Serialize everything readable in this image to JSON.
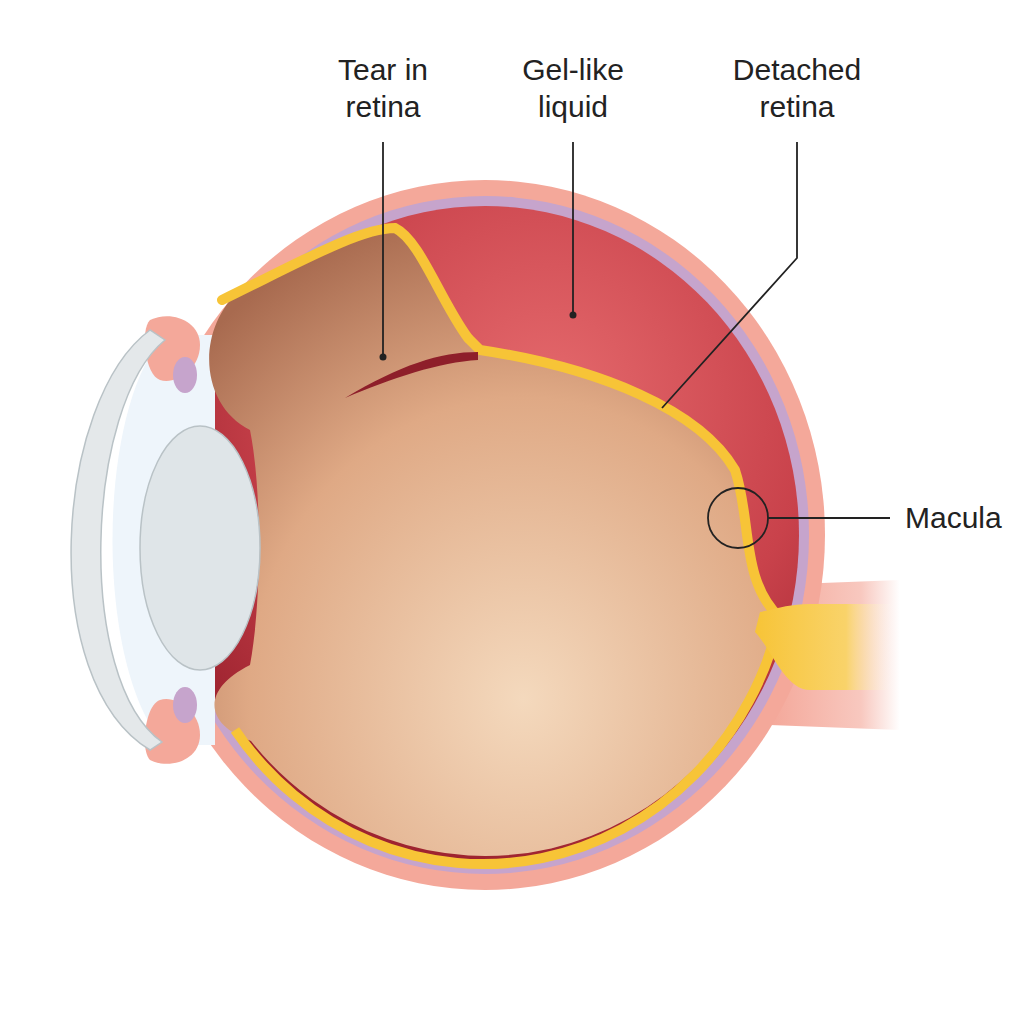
{
  "diagram": {
    "labels": [
      "Tear in retina",
      "Gel-like liquid",
      "Detached retina",
      "Macula"
    ]
  }
}
